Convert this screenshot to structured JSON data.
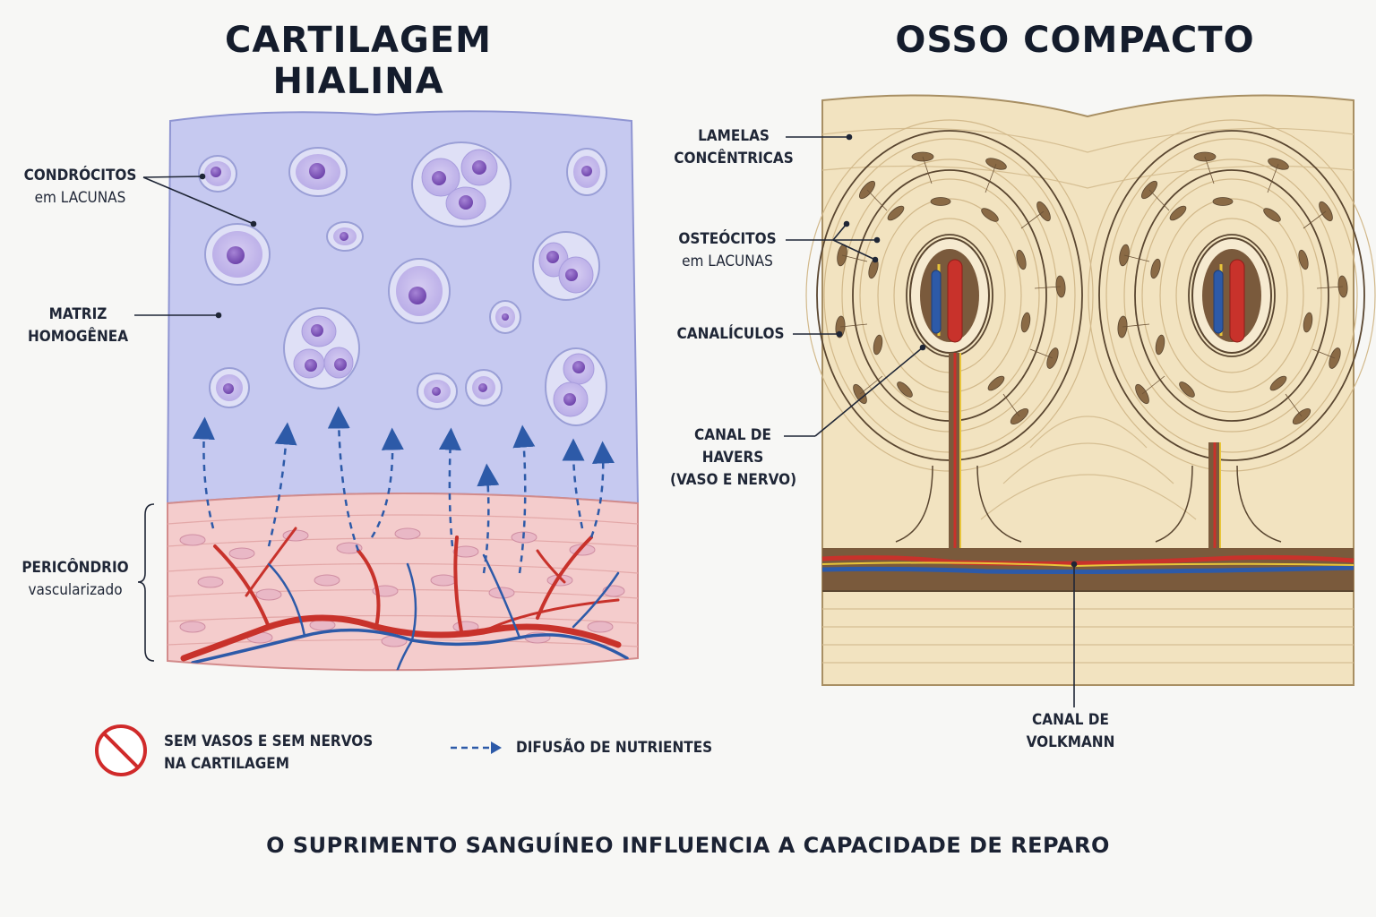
{
  "cartilage": {
    "title": "CARTILAGEM HIALINA",
    "labels": {
      "chondrocytes_line1": "CONDRÓCITOS",
      "chondrocytes_line2": "em LACUNAS",
      "matrix_line1": "MATRIZ",
      "matrix_line2": "HOMOGÊNEA",
      "perichondrium_line1": "PERICÔNDRIO",
      "perichondrium_line2": "vascularizado"
    },
    "colors": {
      "matrix": "#c6c9f0",
      "perichondrium": "#f4cccc",
      "vessel_red": "#c8322b",
      "vessel_blue": "#2d5aa8"
    }
  },
  "bone": {
    "title": "OSSO COMPACTO",
    "labels": {
      "lamellae_line1": "LAMELAS",
      "lamellae_line2": "CONCÊNTRICAS",
      "osteocytes_line1": "OSTEÓCITOS",
      "osteocytes_line2": "em LACUNAS",
      "canaliculi": "CANALÍCULOS",
      "havers_line1": "CANAL DE",
      "havers_line2": "HAVERS",
      "havers_line3": "(VASO E NERVO)",
      "volkmann_line1": "CANAL DE",
      "volkmann_line2": "VOLKMANN"
    },
    "colors": {
      "bone": "#f2e3c0",
      "osteocyte": "#8a6a45",
      "nerve": "#e8c53a"
    }
  },
  "legend": {
    "no_vessels_line1": "SEM VASOS E SEM NERVOS",
    "no_vessels_line2": "NA CARTILAGEM",
    "no_vessels_icon": "prohibited-icon",
    "diffusion": "DIFUSÃO DE NUTRIENTES",
    "diffusion_icon": "dashed-arrow-icon"
  },
  "footer": "O SUPRIMENTO SANGUÍNEO INFLUENCIA A CAPACIDADE DE REPARO"
}
